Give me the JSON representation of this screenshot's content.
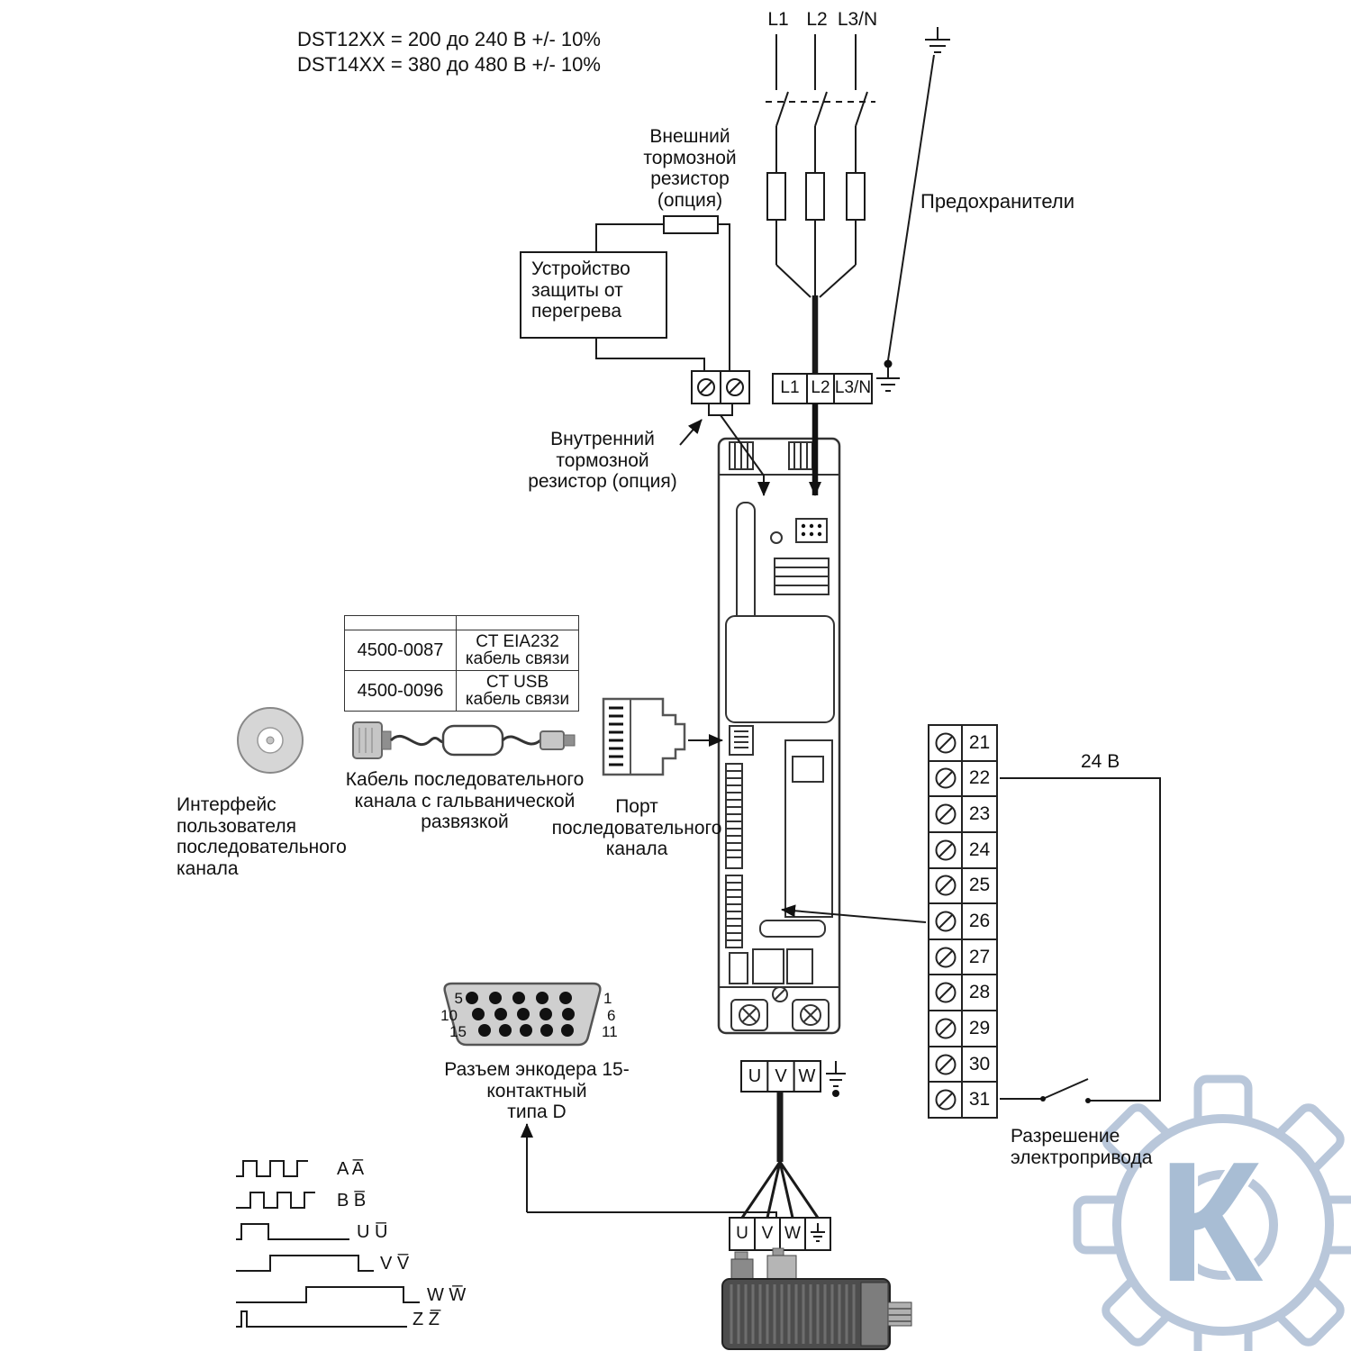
{
  "header": {
    "line1": "DST12XX = 200 до 240 В +/- 10%",
    "line2": "DST14XX = 380 до 480 В +/- 10%"
  },
  "power": {
    "phase_labels": [
      "L1",
      "L2",
      "L3/N"
    ],
    "fuses_label": "Предохранители",
    "input_terminals": [
      "L1",
      "L2",
      "L3/N"
    ]
  },
  "braking": {
    "external_resistor_label": "Внешний\nтормозной\nрезистор\n(опция)",
    "thermal_protection_label": "Устройство\nзащиты от\nперегрева",
    "internal_resistor_label": "Внутренний\nтормозной\nрезистор (опция)"
  },
  "comm": {
    "cable_table": {
      "rows": [
        {
          "part": "4500-0087",
          "desc": "CT EIA232\nкабель связи"
        },
        {
          "part": "4500-0096",
          "desc": "CT USB\nкабель связи"
        }
      ]
    },
    "interface_label": "Интерфейс\nпользователя\nпоследовательного\nканала",
    "isolated_cable_label": "Кабель последовательного\nканала с гальванической\nразвязкой",
    "serial_port_label": "Порт\nпоследовательного\nканала"
  },
  "control_terminals": {
    "numbers": [
      "21",
      "22",
      "23",
      "24",
      "25",
      "26",
      "27",
      "28",
      "29",
      "30",
      "31"
    ],
    "supply_label": "24 В",
    "enable_label": "Разрешение\nэлектропривода"
  },
  "encoder": {
    "connector_label": "Разъем энкодера 15-контактный\nтипа D",
    "pins_left": [
      "5",
      "10",
      "15"
    ],
    "pins_right": [
      "1",
      "6",
      "11"
    ]
  },
  "waveforms": {
    "labels": [
      "A A̅",
      "B B̅",
      "U U̅",
      "V V̅",
      "W W̅",
      "Z Z̅"
    ]
  },
  "output": {
    "drive_terminals": [
      "U",
      "V",
      "W"
    ],
    "motor_terminals": [
      "U",
      "V",
      "W"
    ]
  },
  "watermark": {
    "letter": "К"
  }
}
